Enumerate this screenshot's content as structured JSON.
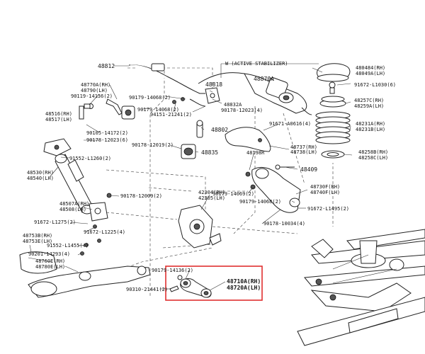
{
  "accent_color": "#e03030",
  "labels": {
    "l48812": "48812",
    "active_stabilizer": "W (ACTIVE STABILIZER)",
    "l48870A": "48870A",
    "l480484": "480484(RH)",
    "l48049A": "48049A(LH)",
    "l91672_L1030": "91672-L1030(6)",
    "l48770A": "48770A(RH)",
    "l48790": "48790(LH)",
    "l90119_14136": "90119-14136(2)",
    "l90179_14068_a": "90179-14068(2)",
    "l48818": "48818",
    "l48832A": "48832A",
    "l48257": "48257C(RH)",
    "l48259": "48259A(LH)",
    "l48516": "48516(RH)",
    "l48517": "48517(LH)",
    "l90179_14068_b": "90179-14068(2)",
    "l94151": "94151-21241(2)",
    "l90178_12023_a": "90178-12023(4)",
    "l48231": "48231A(RH)",
    "l48231B": "48231B(LH)",
    "l91671": "91671-A0616(4)",
    "l90105": "90105-14172(2)",
    "l90178_12023_b": "90178-12023(6)",
    "l48802": "48802",
    "l90178_12019": "90178-12019(2)",
    "l48835": "48835",
    "l48737": "48737(RH)",
    "l48738": "48738(LH)",
    "l48198R": "48198R",
    "l48258B": "48258B(RH)",
    "l48258C": "48258C(LH)",
    "l91552": "91552-L1260(2)",
    "l48409": "48409",
    "l48530": "48530(RH)",
    "l48540": "48540(LH)",
    "l48730F": "48730F(RH)",
    "l48740F": "48740F(LH)",
    "l42304": "42304(RH)",
    "l42305": "42305(LH)",
    "l90179_14069": "90179-14069(2)",
    "l90178_12009": "90178-12009(2)",
    "l48507A": "48507A(RH)",
    "l48508": "48508(LH)",
    "l90179_14068_c": "90179-14068(2)",
    "l91672_L1495": "91672-L1495(2)",
    "l91672_L1275": "91672-L1275(2)",
    "l90178_10034": "90178-10034(4)",
    "l91672_L1225": "91672-L1225(4)",
    "l48753B": "48753B(RH)",
    "l48753E": "48753E(LH)",
    "l91552_L1455": "91552-L1455(4)",
    "l90201": "90201-14293(4)",
    "l48760E": "48760E(RH)",
    "l48780E": "48780E(LH)",
    "l90179_14136": "90179-14136(2)",
    "l48710A": "48710A(RH)",
    "l48720A": "48720A(LH)",
    "l90310": "90310-21441(2)"
  }
}
